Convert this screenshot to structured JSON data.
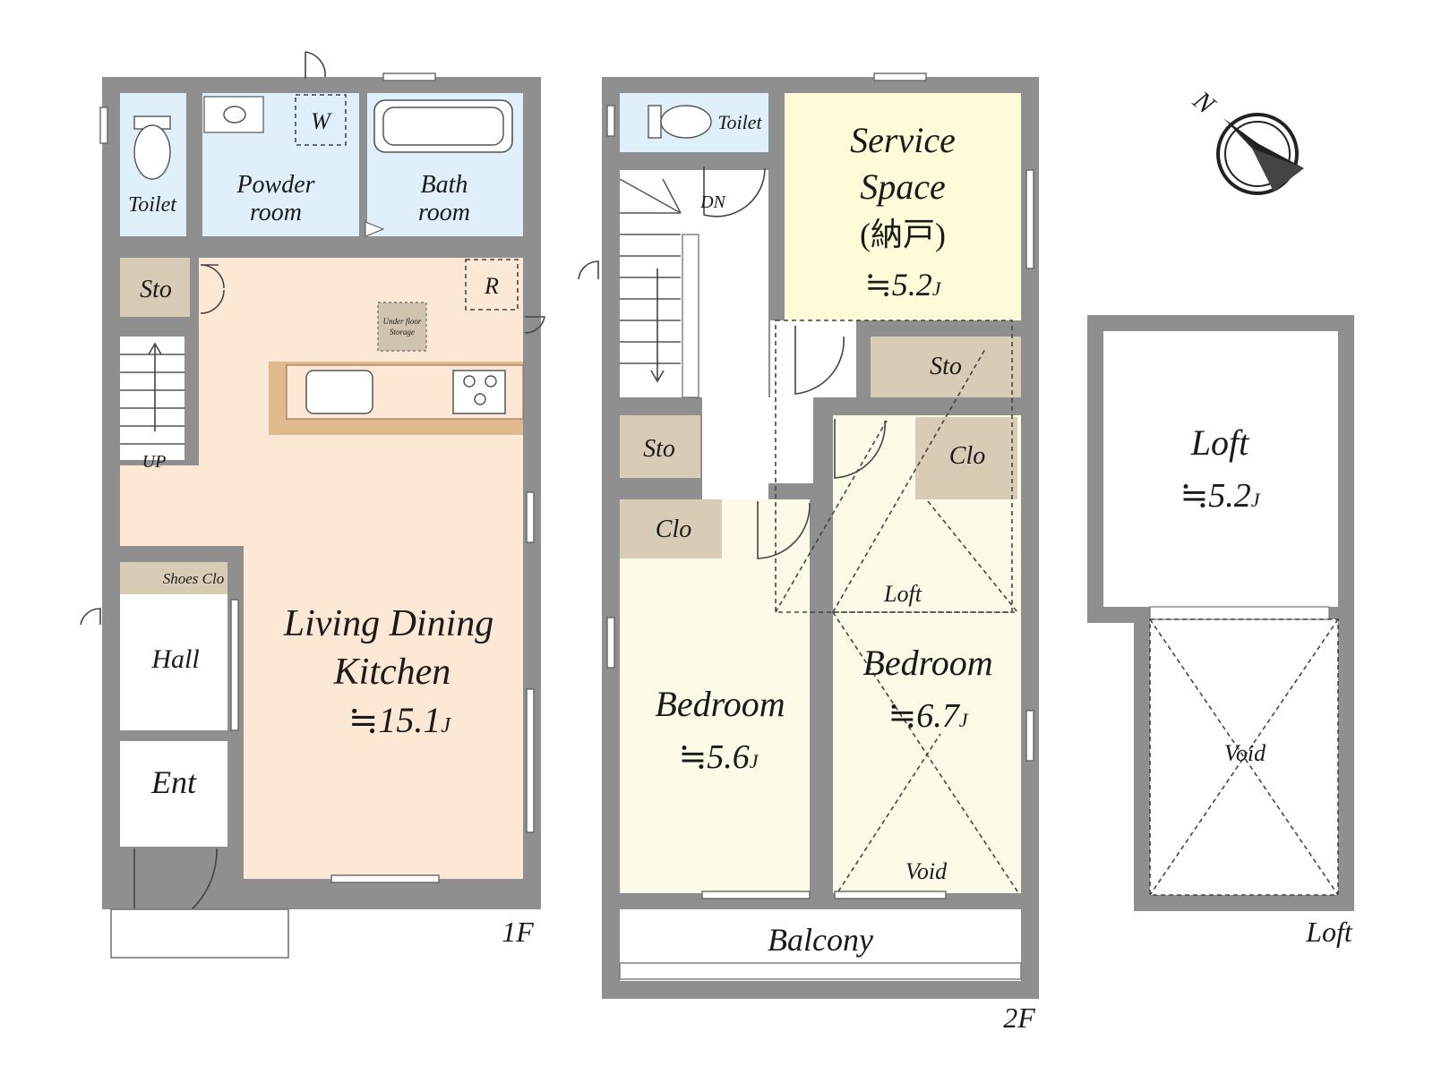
{
  "floors": {
    "first": {
      "label": "1F",
      "rooms": {
        "toilet": "Toilet",
        "powder_line1": "Powder",
        "powder_line2": "room",
        "washer": "W",
        "bath_line1": "Bath",
        "bath_line2": "room",
        "storage": "Sto",
        "fridge": "R",
        "underfloor_line1": "Under floor",
        "underfloor_line2": "Storage",
        "stairs_up": "UP",
        "shoes_closet": "Shoes Clo",
        "hall": "Hall",
        "entrance": "Ent",
        "ldk_line1": "Living Dining",
        "ldk_line2": "Kitchen",
        "ldk_area": "≒15.1",
        "ldk_unit": "J"
      }
    },
    "second": {
      "label": "2F",
      "rooms": {
        "toilet": "Toilet",
        "stairs_down": "DN",
        "service_line1": "Service",
        "service_line2": "Space",
        "service_line3": "(納戸)",
        "service_area": "≒5.2",
        "service_unit": "J",
        "storage_service": "Sto",
        "storage_hall": "Sto",
        "closet_left": "Clo",
        "closet_right": "Clo",
        "loft_hatch": "Loft",
        "bedroom_left": "Bedroom",
        "bedroom_left_area": "≒5.6",
        "bedroom_left_unit": "J",
        "bedroom_right": "Bedroom",
        "bedroom_right_area": "≒6.7",
        "bedroom_right_unit": "J",
        "void": "Void",
        "balcony": "Balcony"
      }
    },
    "loft": {
      "label": "Loft",
      "rooms": {
        "loft": "Loft",
        "loft_area": "≒5.2",
        "loft_unit": "J",
        "void": "Void"
      }
    }
  },
  "compass": {
    "north_label": "N",
    "icon": "north-arrow-icon"
  },
  "colors": {
    "wall": "#8f8f8f",
    "wet_area": "#dff0fa",
    "ldk": "#fde8d6",
    "service_space": "#fdfbd8",
    "bedroom": "#fdfae8",
    "storage": "#d8ccb6",
    "background": "#ffffff"
  }
}
